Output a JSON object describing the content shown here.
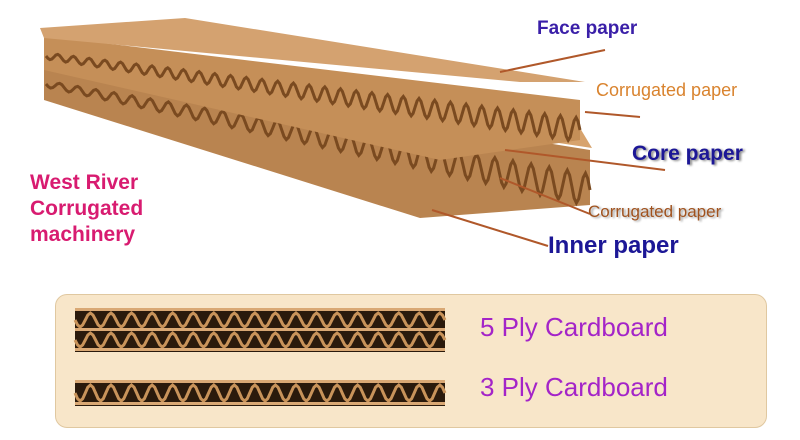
{
  "labels": {
    "face_paper": "Face paper",
    "corrugated_paper_top": "Corrugated paper",
    "core_paper": "Core paper",
    "corrugated_paper_bottom": "Corrugated paper",
    "inner_paper": "Inner paper"
  },
  "brand": {
    "line1": "West River",
    "line2": "Corrugated",
    "line3": "machinery"
  },
  "legend": {
    "five_ply": "5 Ply Cardboard",
    "three_ply": "3 Ply Cardboard"
  },
  "colors": {
    "kraft": "#c8935a",
    "kraft_dark": "#8a5a2c",
    "leader": "#b0582a",
    "panel": "#f8e6c9"
  }
}
